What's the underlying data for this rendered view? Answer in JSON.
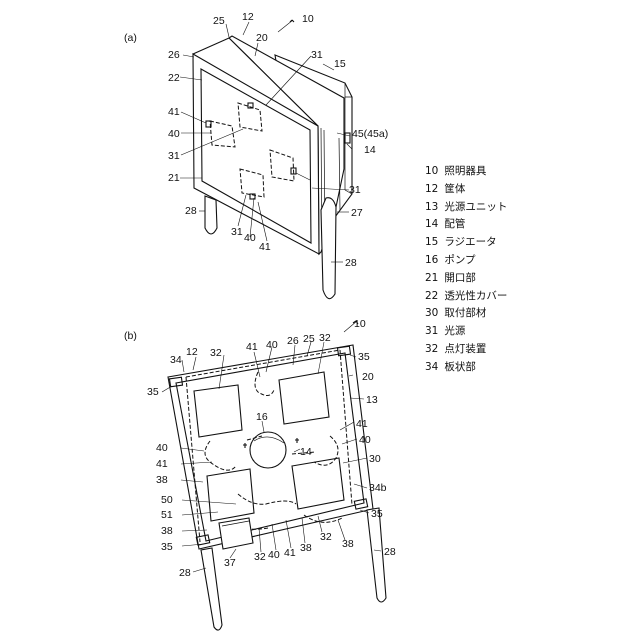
{
  "panels": [
    {
      "label": "(a)"
    },
    {
      "label": "(b)"
    }
  ],
  "legend": [
    {
      "num": "10",
      "name": "照明器具"
    },
    {
      "num": "12",
      "name": "筐体"
    },
    {
      "num": "13",
      "name": "光源ユニット"
    },
    {
      "num": "14",
      "name": "配管"
    },
    {
      "num": "15",
      "name": "ラジエータ"
    },
    {
      "num": "16",
      "name": "ポンプ"
    },
    {
      "num": "21",
      "name": "開口部"
    },
    {
      "num": "22",
      "name": "透光性カバー"
    },
    {
      "num": "30",
      "name": "取付部材"
    },
    {
      "num": "31",
      "name": "光源"
    },
    {
      "num": "32",
      "name": "点灯装置"
    },
    {
      "num": "34",
      "name": "板状部"
    }
  ],
  "callouts_a": [
    {
      "text": "25"
    },
    {
      "text": "12"
    },
    {
      "text": "10"
    },
    {
      "text": "20"
    },
    {
      "text": "26"
    },
    {
      "text": "31"
    },
    {
      "text": "15"
    },
    {
      "text": "22"
    },
    {
      "text": "41"
    },
    {
      "text": "40"
    },
    {
      "text": "31"
    },
    {
      "text": "45(45a)"
    },
    {
      "text": "14"
    },
    {
      "text": "21"
    },
    {
      "text": "31"
    },
    {
      "text": "28"
    },
    {
      "text": "27"
    },
    {
      "text": "31"
    },
    {
      "text": "40"
    },
    {
      "text": "41"
    },
    {
      "text": "28"
    }
  ],
  "callouts_b": [
    {
      "text": "10"
    },
    {
      "text": "12"
    },
    {
      "text": "34"
    },
    {
      "text": "32"
    },
    {
      "text": "41"
    },
    {
      "text": "40"
    },
    {
      "text": "26"
    },
    {
      "text": "25"
    },
    {
      "text": "32"
    },
    {
      "text": "35"
    },
    {
      "text": "35"
    },
    {
      "text": "20"
    },
    {
      "text": "13"
    },
    {
      "text": "16"
    },
    {
      "text": "41"
    },
    {
      "text": "40"
    },
    {
      "text": "40"
    },
    {
      "text": "14"
    },
    {
      "text": "41"
    },
    {
      "text": "30"
    },
    {
      "text": "38"
    },
    {
      "text": "34b"
    },
    {
      "text": "50"
    },
    {
      "text": "51"
    },
    {
      "text": "35"
    },
    {
      "text": "38"
    },
    {
      "text": "35"
    },
    {
      "text": "37"
    },
    {
      "text": "32"
    },
    {
      "text": "40"
    },
    {
      "text": "41"
    },
    {
      "text": "38"
    },
    {
      "text": "32"
    },
    {
      "text": "38"
    },
    {
      "text": "28"
    },
    {
      "text": "28"
    }
  ]
}
